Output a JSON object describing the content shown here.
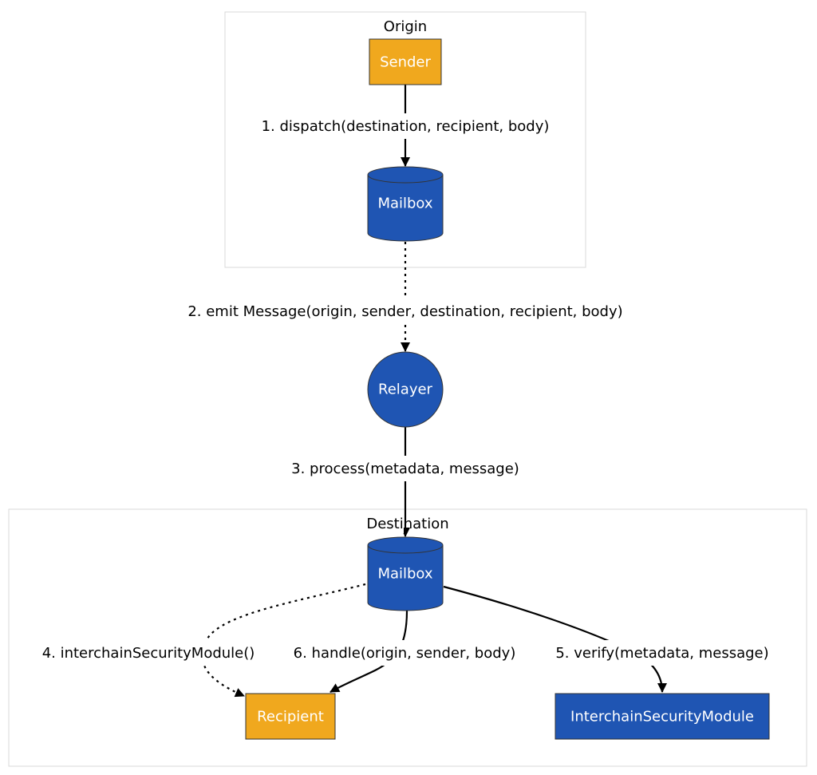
{
  "clusters": {
    "origin": {
      "title": "Origin"
    },
    "destination": {
      "title": "Destination"
    }
  },
  "nodes": {
    "sender": {
      "label": "Sender",
      "shape": "rectangle",
      "color": "#f0a81e"
    },
    "origin_mailbox": {
      "label": "Mailbox",
      "shape": "cylinder",
      "color": "#1f55b3"
    },
    "relayer": {
      "label": "Relayer",
      "shape": "circle",
      "color": "#1f55b3"
    },
    "destination_mailbox": {
      "label": "Mailbox",
      "shape": "cylinder",
      "color": "#1f55b3"
    },
    "recipient": {
      "label": "Recipient",
      "shape": "rectangle",
      "color": "#f0a81e"
    },
    "ism": {
      "label": "InterchainSecurityModule",
      "shape": "rectangle",
      "color": "#1f55b3"
    }
  },
  "edges": {
    "dispatch": {
      "label": "1. dispatch(destination, recipient, body)",
      "from": "sender",
      "to": "origin_mailbox",
      "style": "solid"
    },
    "emit": {
      "label": "2. emit Message(origin, sender, destination, recipient, body)",
      "from": "origin_mailbox",
      "to": "relayer",
      "style": "dotted"
    },
    "process": {
      "label": "3. process(metadata, message)",
      "from": "relayer",
      "to": "destination_mailbox",
      "style": "solid"
    },
    "ism_query": {
      "label": "4. interchainSecurityModule()",
      "from": "destination_mailbox",
      "to": "recipient",
      "style": "dotted"
    },
    "verify": {
      "label": "5. verify(metadata, message)",
      "from": "destination_mailbox",
      "to": "ism",
      "style": "solid"
    },
    "handle": {
      "label": "6. handle(origin, sender, body)",
      "from": "destination_mailbox",
      "to": "recipient",
      "style": "solid"
    }
  }
}
